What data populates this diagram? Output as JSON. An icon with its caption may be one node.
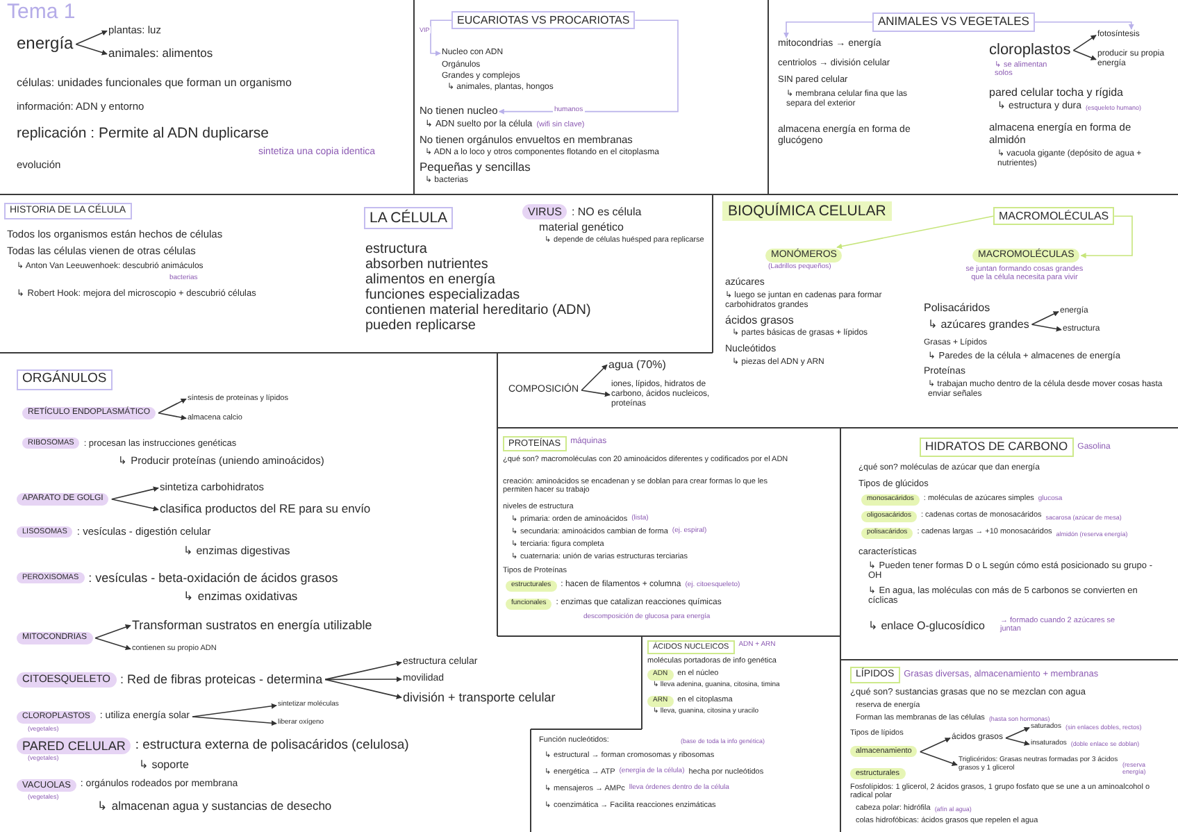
{
  "diagram": {
    "title": "Tema 1",
    "nodes": [
      {
        "text": [
          "energía"
        ]
      },
      {
        "text": [
          "plantas: luz"
        ]
      },
      {
        "text": [
          "animales: alimentos"
        ]
      },
      {
        "text": [
          "EUCARIOTAS VS PROCARIOTAS"
        ]
      },
      {
        "text": [
          "Nucleo con ADN"
        ]
      },
      {
        "text": [
          "No tienen nucleo"
        ]
      },
      {
        "text": [
          "ANIMALES VS VEGETALES"
        ]
      },
      {
        "text": [
          "mitocondrias → energía"
        ]
      },
      {
        "text": [
          "cloroplastos"
        ]
      },
      {
        "text": [
          "fotosíntesis"
        ]
      },
      {
        "text": [
          "producir su propia energía"
        ]
      },
      {
        "text": [
          "HISTORIA DE LA CÉLULA"
        ]
      },
      {
        "text": [
          "LA CÉLULA"
        ]
      },
      {
        "text": [
          "VIRUS"
        ],
        "beside": [
          ": NO es célula"
        ]
      },
      {
        "text": [
          "BIOQUÍMICA CELULAR"
        ]
      },
      {
        "text": [
          "MACROMOLÉCULAS"
        ]
      },
      {
        "text": [
          "MONÓMEROS"
        ],
        "beside": [
          "(Ladrillos pequeños)"
        ]
      },
      {
        "text": [
          "MACROMOLÉCULAS"
        ],
        "beside": [
          "se juntan formando cosas grandes que la célula necesita para vivir"
        ]
      },
      {
        "text": [
          "↳ azúcares grandes"
        ]
      },
      {
        "text": [
          "energía"
        ]
      },
      {
        "text": [
          "estructura"
        ]
      },
      {
        "text": [
          "COMPOSICIÓN"
        ]
      },
      {
        "text": [
          "agua (70%)"
        ]
      },
      {
        "text": [
          "iones, lípidos, hidratos de carbono, ácidos nucleicos, proteínas"
        ]
      },
      {
        "text": [
          "ORGÁNULOS"
        ]
      },
      {
        "text": [
          "RETÍCULO ENDOPLASMÁTICO"
        ]
      },
      {
        "text": [
          "síntesis de proteínas y lípidos"
        ]
      },
      {
        "text": [
          "almacena calcio"
        ]
      },
      {
        "text": [
          "RIBOSOMAS"
        ]
      },
      {
        "text": [
          "APARATO DE GOLGI"
        ]
      },
      {
        "text": [
          "sintetiza carbohidratos"
        ]
      },
      {
        "text": [
          "clasifica productos del RE para su envío"
        ]
      },
      {
        "text": [
          "LISOSOMAS"
        ]
      },
      {
        "text": [
          "PEROXISOMAS"
        ]
      },
      {
        "text": [
          "MITOCONDRIAS"
        ]
      },
      {
        "text": [
          "Transforman sustratos en energía utilizable"
        ]
      },
      {
        "text": [
          "contienen su propio ADN"
        ]
      },
      {
        "text": [
          "CITOESQUELETO"
        ]
      },
      {
        "text": [
          ": Red de fibras proteicas - determina"
        ]
      },
      {
        "text": [
          "estructura celular"
        ]
      },
      {
        "text": [
          "movilidad"
        ]
      },
      {
        "text": [
          "división + transporte celular"
        ]
      },
      {
        "text": [
          "CLOROPLASTOS"
        ],
        "beside": [
          "(vegetales)"
        ]
      },
      {
        "text": [
          ": utiliza energía solar"
        ]
      },
      {
        "text": [
          "sintetizar moléculas"
        ]
      },
      {
        "text": [
          "liberar oxígeno"
        ]
      },
      {
        "text": [
          "PARED CELULAR"
        ],
        "beside": [
          "(vegetales)"
        ]
      },
      {
        "text": [
          "VACUOLAS"
        ],
        "beside": [
          "(vegetales)"
        ]
      },
      {
        "text": [
          "PROTEÍNAS"
        ],
        "beside": [
          "máquinas"
        ]
      },
      {
        "text": [
          "estructurales"
        ]
      },
      {
        "text": [
          "funcionales"
        ]
      },
      {
        "text": [
          "HIDRATOS DE CARBONO"
        ],
        "beside": [
          "Gasolina"
        ]
      },
      {
        "text": [
          "monosacáridos"
        ]
      },
      {
        "text": [
          "oligosacáridos"
        ]
      },
      {
        "text": [
          "polisacáridos"
        ]
      },
      {
        "text": [
          "ÁCIDOS NUCLEICOS"
        ],
        "beside": [
          "ADN + ARN"
        ]
      },
      {
        "text": [
          "ADN"
        ]
      },
      {
        "text": [
          "ARN"
        ]
      },
      {
        "text": [
          "LÍPIDOS"
        ],
        "beside": [
          "Grasas diversas, almacenamiento + membranas"
        ]
      },
      {
        "text": [
          "almacenamiento"
        ]
      },
      {
        "text": [
          "ácidos grasos"
        ]
      },
      {
        "text": [
          "saturados"
        ],
        "beside": [
          "(sin enlaces dobles, rectos)"
        ]
      },
      {
        "text": [
          "insaturados"
        ],
        "beside": [
          "(doble enlace se doblan)"
        ]
      },
      {
        "text": [
          "Triglicéridos: Grasas neutras formadas por 3 ácidos grasos y 1 glicerol"
        ],
        "beside": [
          "(reserva energía)"
        ]
      },
      {
        "text": [
          "estructurales"
        ]
      }
    ],
    "edges": [
      {
        "from": 0,
        "to": 1,
        "arrow": "to"
      },
      {
        "from": 0,
        "to": 2,
        "arrow": "to"
      },
      {
        "from": 3,
        "to": 4,
        "arrow": "to",
        "label": "VIP",
        "color": "#b9b1ea"
      },
      {
        "from": 3,
        "to": 5,
        "arrow": "to",
        "label": "humanos",
        "color": "#b9b1ea"
      },
      {
        "from": 6,
        "to": 7,
        "arrow": "to",
        "color": "#b9b1ea"
      },
      {
        "from": 6,
        "to": 9,
        "arrow": "to",
        "color": "#b9b1ea"
      },
      {
        "from": 8,
        "to": 9,
        "arrow": "to"
      },
      {
        "from": 8,
        "to": 10,
        "arrow": "to"
      },
      {
        "from": 15,
        "to": 16,
        "arrow": "to",
        "color": "#c6e57a"
      },
      {
        "from": 15,
        "to": 17,
        "arrow": "to",
        "color": "#c6e57a"
      },
      {
        "from": 18,
        "to": 19,
        "arrow": "to"
      },
      {
        "from": 18,
        "to": 20,
        "arrow": "to"
      },
      {
        "from": 21,
        "to": 22,
        "arrow": "to"
      },
      {
        "from": 21,
        "to": 23,
        "arrow": "to"
      },
      {
        "from": 25,
        "to": 26,
        "arrow": "to"
      },
      {
        "from": 25,
        "to": 27,
        "arrow": "to"
      },
      {
        "from": 29,
        "to": 30,
        "arrow": "to"
      },
      {
        "from": 29,
        "to": 31,
        "arrow": "to"
      },
      {
        "from": 34,
        "to": 35,
        "arrow": "to"
      },
      {
        "from": 34,
        "to": 36,
        "arrow": "to"
      },
      {
        "from": 38,
        "to": 39,
        "arrow": "to"
      },
      {
        "from": 38,
        "to": 40,
        "arrow": "to"
      },
      {
        "from": 38,
        "to": 41,
        "arrow": "to"
      },
      {
        "from": 43,
        "to": 44,
        "arrow": "to"
      },
      {
        "from": 43,
        "to": 45,
        "arrow": "to"
      },
      {
        "from": 59,
        "to": 60,
        "arrow": "to"
      },
      {
        "from": 59,
        "to": 63,
        "arrow": "to"
      },
      {
        "from": 60,
        "to": 61,
        "arrow": "to"
      },
      {
        "from": 60,
        "to": 62,
        "arrow": "to"
      }
    ],
    "labels": [
      "células: unidades funcionales que forman un organismo",
      "información: ADN y entorno",
      "replicación : Permite al ADN duplicarse",
      "sintetiza una copia identica",
      "evolución",
      "Orgánulos",
      "Grandes y complejos",
      "↳ animales, plantas, hongos",
      "↳ ADN suelto por la célula",
      "(wifi sin clave)",
      "No tienen orgánulos envueltos en membranas",
      "↳ ADN a lo loco y otros componentes flotando en el citoplasma",
      "Pequeñas y sencillas",
      "↳ bacterias",
      "centriolos → división celular",
      "SIN pared celular",
      "↳ membrana celular fina que las separa del exterior",
      "almacena energía en forma de glucógeno",
      "↳ se alimentan solos",
      "pared celular tocha y rígida",
      "↳ estructura y dura",
      "(esqueleto humano)",
      "almacena energía en forma de almidón",
      "↳ vacuola gigante (depósito de agua + nutrientes)",
      "Todos los organismos están hechos de células",
      "Todas las células vienen de otras células",
      "↳ Anton Van Leeuwenhoek: descubrió animáculos",
      "bacterias",
      "↳ Robert Hook: mejora del microscopio + descubrió células",
      "estructura",
      "absorben nutrientes",
      "alimentos en energía",
      "funciones especializadas",
      "contienen material hereditario (ADN)",
      "pueden replicarse",
      "material genético",
      "↳ depende de células huésped para replicarse",
      "azúcares",
      "↳ luego se juntan en cadenas para formar carbohidratos grandes",
      "ácidos grasos",
      "↳ partes básicas de grasas + lípidos",
      "Nucleótidos",
      "↳ piezas del ADN y ARN",
      "Polisacáridos",
      "Grasas + Lípidos",
      "↳ Paredes de la célula + almacenes de energía",
      "Proteínas",
      "↳ trabajan mucho dentro de la célula desde mover cosas hasta enviar señales",
      ": procesan las instrucciones genéticas",
      "↳ Producir proteínas (uniendo aminoácidos)",
      ": vesículas - digestión celular",
      "↳ enzimas digestivas",
      ": vesículas - beta-oxidación de ácidos grasos",
      "↳ enzimas oxidativas",
      ": estructura externa de polisacáridos (celulosa)",
      "↳ soporte",
      ": orgánulos rodeados por membrana",
      "↳ almacenan agua y sustancias de desecho",
      "¿qué son? macromoléculas con 20 aminoácidos diferentes y codificados por el ADN",
      "creación: aminoácidos se encadenan y se doblan para crear formas lo que les permiten hacer su trabajo",
      "niveles de estructura",
      "↳ primaria: orden de aminoácidos",
      "(lista)",
      "↳ secundaria: aminoácidos cambian de forma",
      "(ej. espiral)",
      "↳ terciaria: figura completa",
      "↳ cuaternaria: unión de varias estructuras terciarias",
      "Tipos de Proteínas",
      ": hacen de filamentos + columna",
      "(ej. citoesqueleto)",
      ": enzimas que catalizan reacciones químicas",
      "descomposición de glucosa para energía",
      "¿qué son? moléculas de azúcar que dan energía",
      "Tipos de glúcidos",
      ": moléculas de azúcares simples",
      "glucosa",
      ": cadenas cortas de monosacáridos",
      "sacarosa (azúcar de mesa)",
      ": cadenas largas → +10 monosacáridos",
      "almidón (reserva energía)",
      "características",
      "↳ Pueden tener formas D o L según cómo está posicionado su grupo -OH",
      "↳ En agua, las moléculas con más de 5 carbonos se convierten en cíclicas",
      "↳ enlace O-glucosídico",
      "→ formado cuando 2 azúcares se juntan",
      "moléculas portadoras de info genética",
      "en el núcleo",
      "↳ lleva adenina, guanina, citosina, timina",
      "en el citoplasma",
      "↳ lleva, guanina, citosina y uracilo",
      "Función nucleótidos:",
      "(base de toda la info genética)",
      "↳ estructural → forman cromosomas y ribosomas",
      "↳ energética → ATP",
      "(energía de la célula)",
      "hecha por nucleótidos",
      "↳ mensajeros → AMPc",
      "lleva órdenes dentro de la célula",
      "↳ coenzimática → Facilita reacciones enzimáticas",
      "¿qué son? sustancias grasas que no se mezclan con agua",
      "reserva de energía",
      "Forman las membranas de las células",
      "(hasta son hormonas)",
      "Tipos de lípidos",
      "Fosfolípidos: 1 glicerol, 2 ácidos grasos, 1 grupo fosfato que se une a un aminoalcohol o radical polar",
      "cabeza polar: hidrófila",
      "(afín al agua)",
      "colas hidrofóbicas: ácidos grasos que repelen el agua"
    ]
  }
}
